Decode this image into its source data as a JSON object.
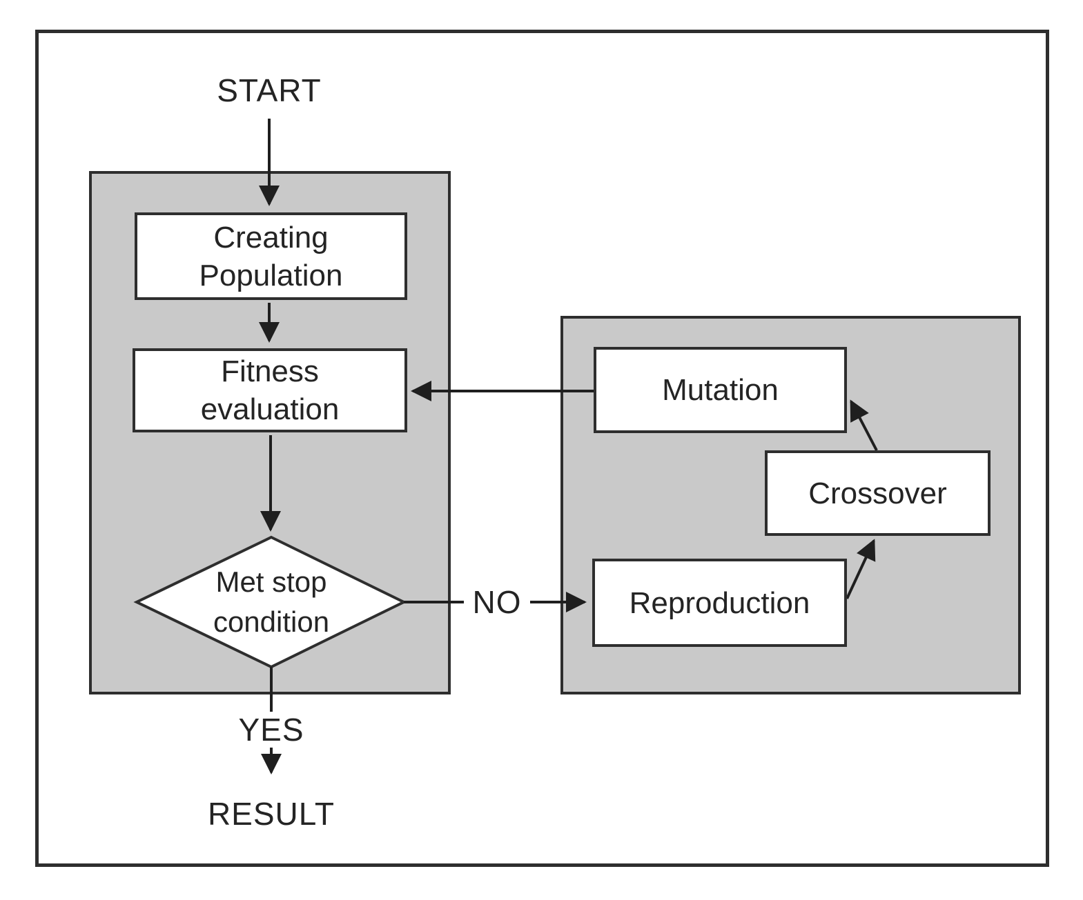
{
  "flowchart": {
    "start_label": "START",
    "result_label": "RESULT",
    "branch_labels": {
      "yes": "YES",
      "no": "NO"
    },
    "nodes": {
      "creating_population": "Creating Population",
      "fitness_evaluation": "Fitness evaluation",
      "stop_condition": "Met stop condition",
      "mutation": "Mutation",
      "crossover": "Crossover",
      "reproduction": "Reproduction"
    },
    "colors": {
      "background": "#ffffff",
      "group_fill": "#c9c9c9",
      "node_fill": "#ffffff",
      "border": "#2e2e2e",
      "line": "#1f1f1f",
      "text": "#242424"
    }
  }
}
